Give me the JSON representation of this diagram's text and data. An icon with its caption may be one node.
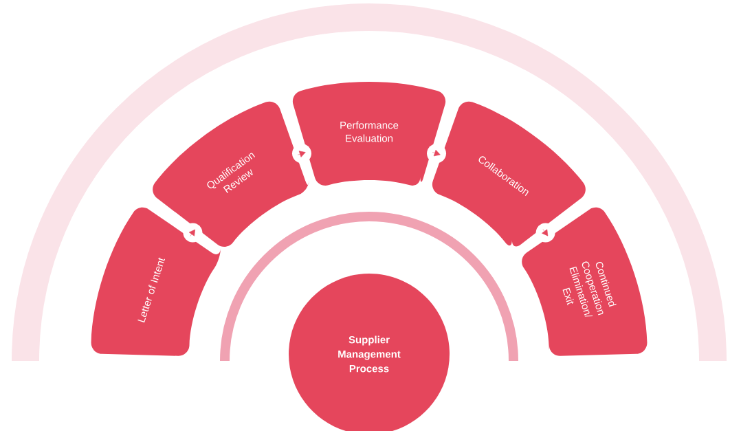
{
  "diagram": {
    "nodes": [
      {
        "text": [
          "Letter of Intent"
        ]
      },
      {
        "text": [
          "Qualification Review"
        ]
      },
      {
        "text": [
          "Performance Evaluation"
        ]
      },
      {
        "text": [
          "Collaboration"
        ]
      },
      {
        "text": [
          "Continued Cooperation Elimination/ Exit"
        ]
      },
      {
        "text": [
          "Supplier Management Process"
        ]
      }
    ],
    "edges": [
      {
        "from": 0,
        "to": 1,
        "arrow": "to"
      },
      {
        "from": 1,
        "to": 2,
        "arrow": "to"
      },
      {
        "from": 2,
        "to": 3,
        "arrow": "to"
      },
      {
        "from": 3,
        "to": 4,
        "arrow": "to"
      }
    ]
  }
}
